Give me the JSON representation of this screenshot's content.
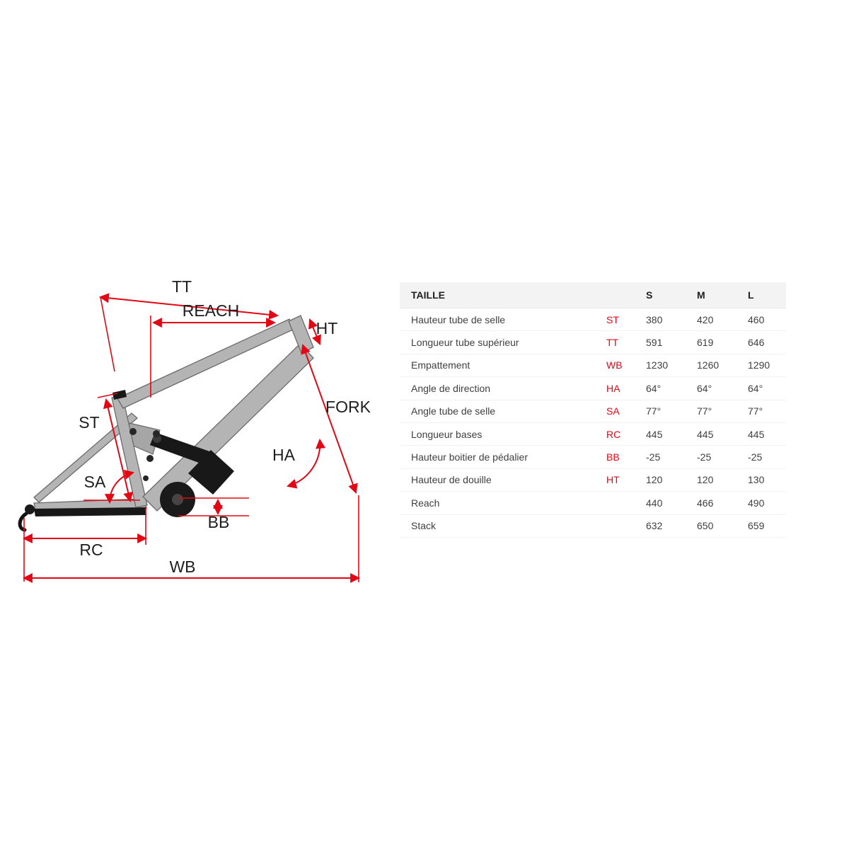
{
  "diagram": {
    "labels": {
      "tt": "TT",
      "reach": "REACH",
      "ht": "HT",
      "fork": "FORK",
      "st": "ST",
      "sa": "SA",
      "ha": "HA",
      "bb": "BB",
      "rc": "RC",
      "wb": "WB"
    },
    "colors": {
      "dimension": "#e30613",
      "frame": "#b4b4b4",
      "frame_dark": "#181818",
      "label": "#1d1d1d"
    }
  },
  "table": {
    "accent": "#e30613",
    "header": {
      "label": "TAILLE",
      "sizes": [
        "S",
        "M",
        "L"
      ]
    },
    "rows": [
      {
        "label": "Hauteur tube de selle",
        "code": "ST",
        "s": "380",
        "m": "420",
        "l": "460"
      },
      {
        "label": "Longueur tube supérieur",
        "code": "TT",
        "s": "591",
        "m": "619",
        "l": "646"
      },
      {
        "label": "Empattement",
        "code": "WB",
        "s": "1230",
        "m": "1260",
        "l": "1290"
      },
      {
        "label": "Angle de direction",
        "code": "HA",
        "s": "64°",
        "m": "64°",
        "l": "64°"
      },
      {
        "label": "Angle tube de selle",
        "code": "SA",
        "s": "77°",
        "m": "77°",
        "l": "77°"
      },
      {
        "label": "Longueur bases",
        "code": "RC",
        "s": "445",
        "m": "445",
        "l": "445"
      },
      {
        "label": "Hauteur boitier de pédalier",
        "code": "BB",
        "s": "-25",
        "m": "-25",
        "l": "-25"
      },
      {
        "label": "Hauteur de douille",
        "code": "HT",
        "s": "120",
        "m": "120",
        "l": "130"
      },
      {
        "label": "Reach",
        "code": "",
        "s": "440",
        "m": "466",
        "l": "490"
      },
      {
        "label": "Stack",
        "code": "",
        "s": "632",
        "m": "650",
        "l": "659"
      }
    ]
  }
}
